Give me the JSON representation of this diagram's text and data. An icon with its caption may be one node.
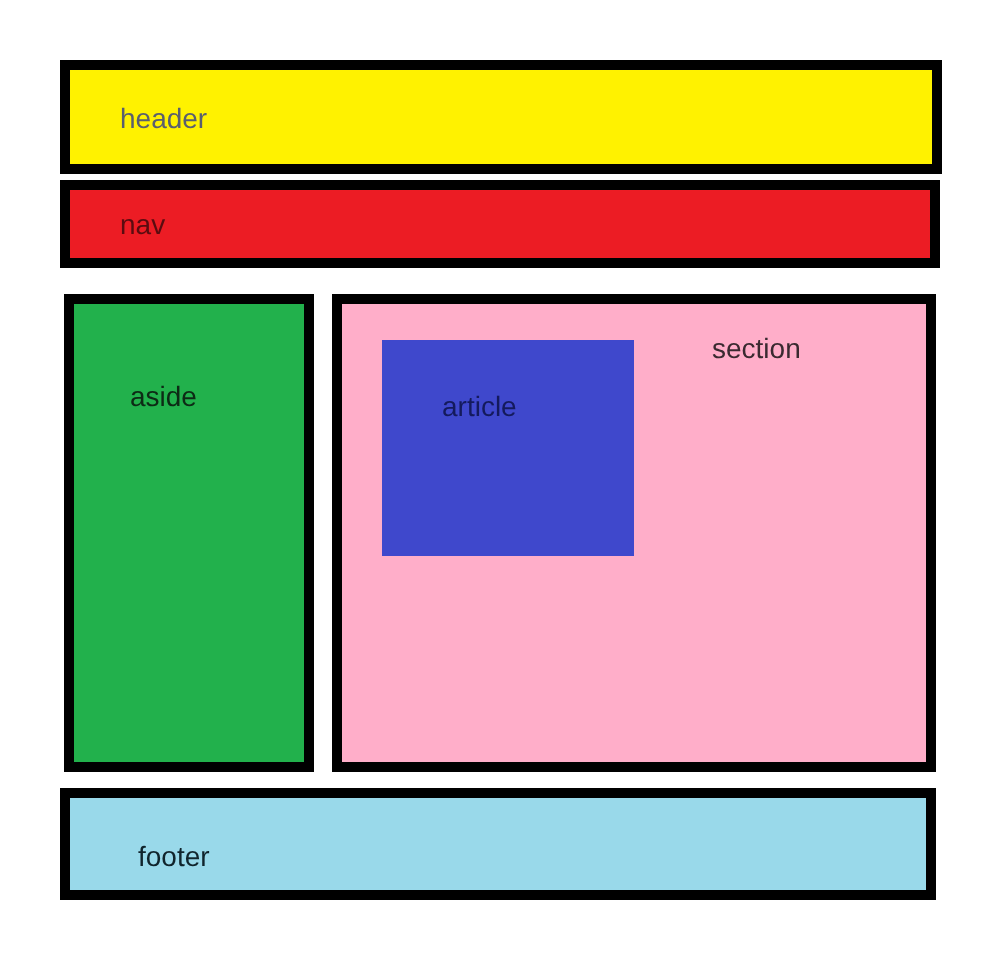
{
  "diagram": {
    "nodes": [
      {
        "text": [
          "header"
        ]
      },
      {
        "text": [
          "nav"
        ]
      },
      {
        "text": [
          "aside"
        ]
      },
      {
        "text": [
          "section"
        ]
      },
      {
        "text": [
          "article"
        ],
        "in": 3
      },
      {
        "text": [
          "footer"
        ]
      }
    ]
  }
}
